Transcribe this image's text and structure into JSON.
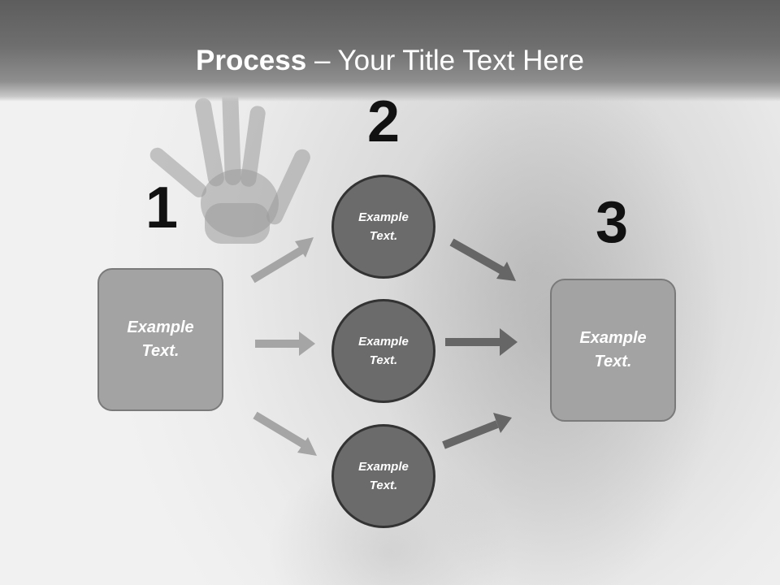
{
  "title": {
    "bold": "Process",
    "rest": " – Your Title Text Here"
  },
  "steps": {
    "one": {
      "number": "1",
      "text": "Example Text."
    },
    "two": {
      "number": "2",
      "items": [
        "Example Text.",
        "Example Text.",
        "Example Text."
      ]
    },
    "three": {
      "number": "3",
      "text": "Example Text."
    }
  },
  "colors": {
    "title_bar": "#6e6e6e",
    "box_fill": "#a3a3a3",
    "circle_fill": "#6b6b6b",
    "arrow_light": "#a5a5a5",
    "arrow_dark": "#666666"
  },
  "background": {
    "image": "hand-silhouette-behind-glass"
  }
}
